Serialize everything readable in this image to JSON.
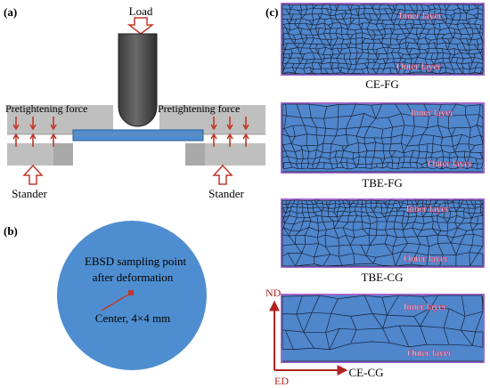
{
  "panel_a": {
    "label": "(a)",
    "load": "Load",
    "pretightening_left": "Pretightening force",
    "pretightening_right": "Pretightening force",
    "stander_left": "Stander",
    "stander_right": "Stander"
  },
  "panel_b": {
    "label": "(b)",
    "line1": "EBSD sampling point",
    "line2": "after deformation",
    "center_note": "Center, 4×4 mm"
  },
  "panel_c": {
    "label": "(c)",
    "samples": [
      {
        "name": "CE-FG",
        "inner": "Inner layer",
        "outer": "Outer layer"
      },
      {
        "name": "TBE-FG",
        "inner": "Inner layer",
        "outer": "Outer layer"
      },
      {
        "name": "TBE-CG",
        "inner": "Inner layer",
        "outer": "Outer layer"
      },
      {
        "name": "CE-CG",
        "inner": "Inner layer",
        "outer": "Outer layer"
      }
    ],
    "axis_nd": "ND",
    "axis_ed": "ED"
  },
  "colors": {
    "grain_fill": "#4f86cc",
    "grain_edge": "#1a2236",
    "frame": "#a066cc",
    "gray": "#bfbfbf",
    "dark_gray": "#606060",
    "arrow_red": "#c0392b",
    "disc": "#4e8ed0",
    "axis_red": "#b22222"
  }
}
